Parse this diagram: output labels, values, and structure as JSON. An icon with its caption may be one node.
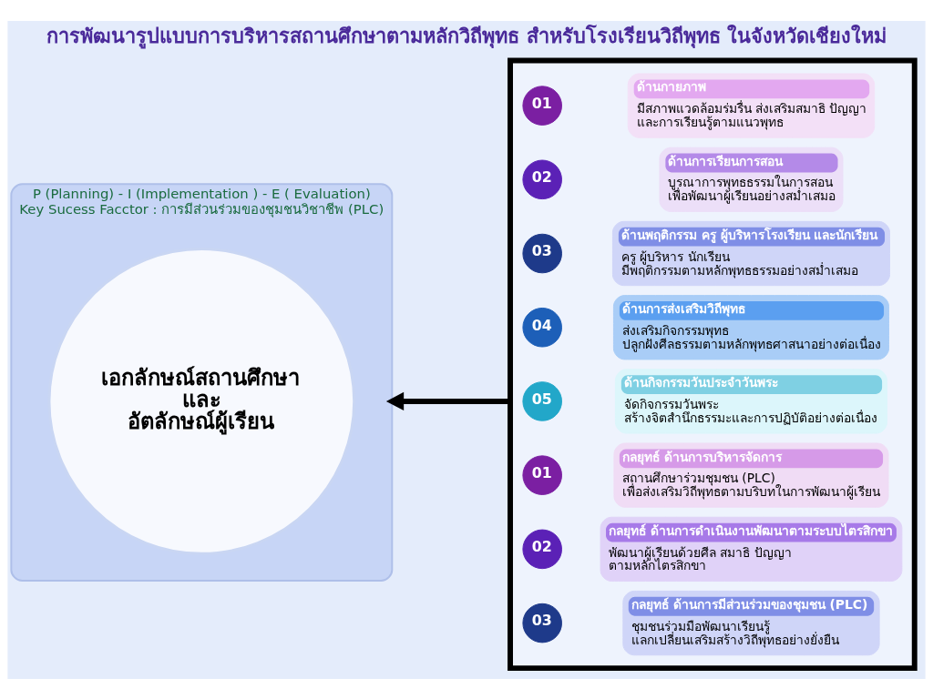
{
  "diagram": {
    "title": "การพัฒนารูปแบบการบริหารสถานศึกษาตามหลักวิถีพุทธ สำหรับโรงเรียนวิถีพุทธ ในจังหวัดเชียงใหม่",
    "nodes": [
      {
        "text": [
          "P (Planning) - I (Implementation ) - E ( Evaluation)",
          "Key Sucess Facctor : การมีส่วนร่วมของชุมชนวิชาชีพ (PLC)"
        ]
      },
      {
        "text": [
          "เอกลักษณ์สถานศึกษา และ อัตลักษณ์ผู้เรียน"
        ],
        "in": 0
      },
      {
        "text": [],
        "shape": "box"
      },
      {
        "text": [
          "01"
        ],
        "in": 2
      },
      {
        "text": [
          "ด้านกายภาพ",
          "มีสภาพแวดล้อมร่มรื่น ส่งเสริมสมาธิ ปัญญา และการเรียนรู้ตามแนวพุทธ"
        ],
        "in": 2
      },
      {
        "text": [
          "02"
        ],
        "in": 2
      },
      {
        "text": [
          "ด้านการเรียนการสอน",
          "บูรณาการพุทธธรรมในการสอน เพื่อพัฒนาผู้เรียนอย่างสม่ำเสมอ"
        ],
        "in": 2
      },
      {
        "text": [
          "03"
        ],
        "in": 2
      },
      {
        "text": [
          "ด้านพฤติกรรม ครู ผู้บริหารโรงเรียน และนักเรียน",
          "ครู ผู้บริหาร นักเรียน มีพฤติกรรมตามหลักพุทธธรรมอย่างสม่ำเสมอ"
        ],
        "in": 2
      },
      {
        "text": [
          "04"
        ],
        "in": 2
      },
      {
        "text": [
          "ด้านการส่งเสริมวิถีพุทธ",
          "ส่งเสริมกิจกรรมพุทธ ปลูกฝังศีลธรรมตามหลักพุทธศาสนาอย่างต่อเนื่อง"
        ],
        "in": 2
      },
      {
        "text": [
          "05"
        ],
        "in": 2
      },
      {
        "text": [
          "ด้านกิจกรรมวันประจำวันพระ",
          "จัดกิจกรรมวันพระ สร้างจิตสำนึกธรรมะและการปฏิบัติอย่างต่อเนื่อง"
        ],
        "in": 2
      },
      {
        "text": [
          "01"
        ],
        "in": 2
      },
      {
        "text": [
          "กลยุทธ์ ด้านการบริหารจัดการ",
          "สถานศึกษาร่วมชุมชน (PLC) เพื่อส่งเสริมวิถีพุทธตามบริบทในการพัฒนาผู้เรียน"
        ],
        "in": 2
      },
      {
        "text": [
          "02"
        ],
        "in": 2
      },
      {
        "text": [
          "กลยุทธ์ ด้านการดำเนินงานพัฒนาตามระบบไตรสิกขา",
          "พัฒนาผู้เรียนด้วยศีล สมาธิ ปัญญา ตามหลักไตรสิกขา"
        ],
        "in": 2
      },
      {
        "text": [
          "03"
        ],
        "in": 2
      },
      {
        "text": [
          "กลยุทธ์ ด้านการมีส่วนร่วมของชุมชน (PLC)",
          "ชุมชนร่วมมือพัฒนาเรียนรู้ แลกเปลี่ยนเสริมสร้างวิถีพุทธอย่างยั่งยืน"
        ],
        "in": 2
      }
    ],
    "edges": [
      {
        "from": 2,
        "to": 0,
        "arrow": "to"
      }
    ]
  }
}
